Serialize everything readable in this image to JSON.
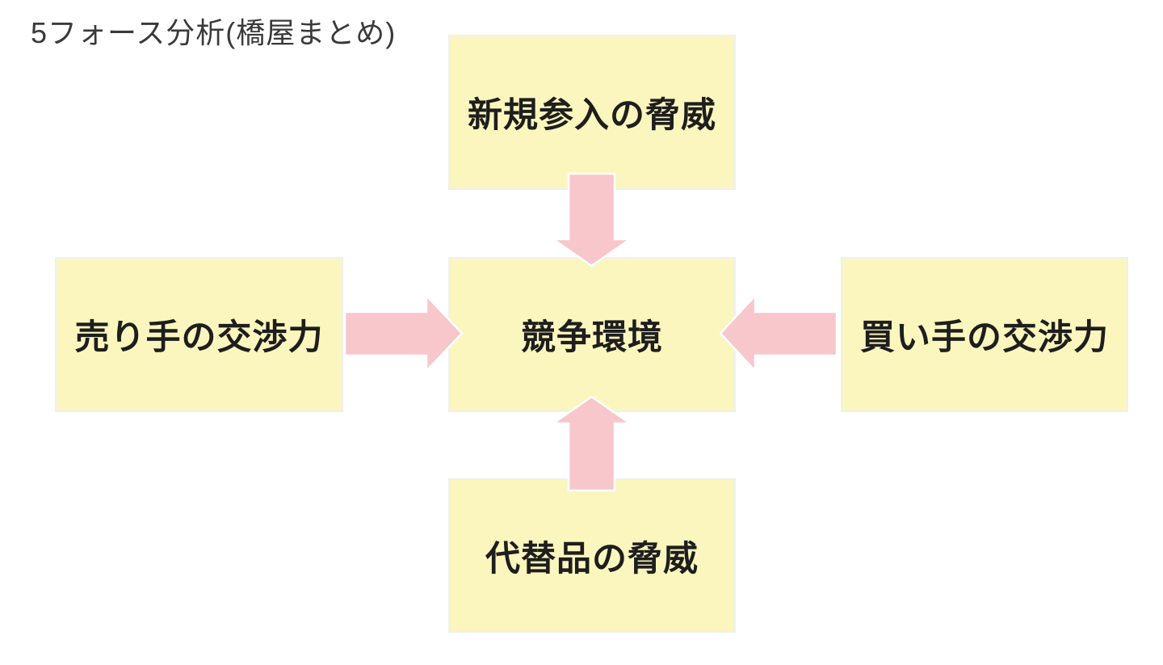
{
  "title": "5フォース分析(橋屋まとめ)",
  "diagram_type": "five-forces-analysis",
  "colors": {
    "background": "#FFFFFF",
    "box_fill": "#FBF6BD",
    "arrow_fill": "#F7C7CB",
    "arrow_stroke": "#FFFFFF",
    "title_text": "#3A3A3A",
    "box_text": "#1E1E1E"
  },
  "boxes": {
    "top": {
      "label": "新規参入の脅威"
    },
    "left": {
      "label": "売り手の交渉力"
    },
    "center": {
      "label": "競争環境"
    },
    "right": {
      "label": "買い手の交渉力"
    },
    "bottom": {
      "label": "代替品の脅威"
    }
  },
  "arrows": [
    {
      "name": "arrow-down-icon",
      "from": "top",
      "to": "center",
      "direction": "down"
    },
    {
      "name": "arrow-right-icon",
      "from": "left",
      "to": "center",
      "direction": "right"
    },
    {
      "name": "arrow-left-icon",
      "from": "right",
      "to": "center",
      "direction": "left"
    },
    {
      "name": "arrow-up-icon",
      "from": "bottom",
      "to": "center",
      "direction": "up"
    }
  ]
}
